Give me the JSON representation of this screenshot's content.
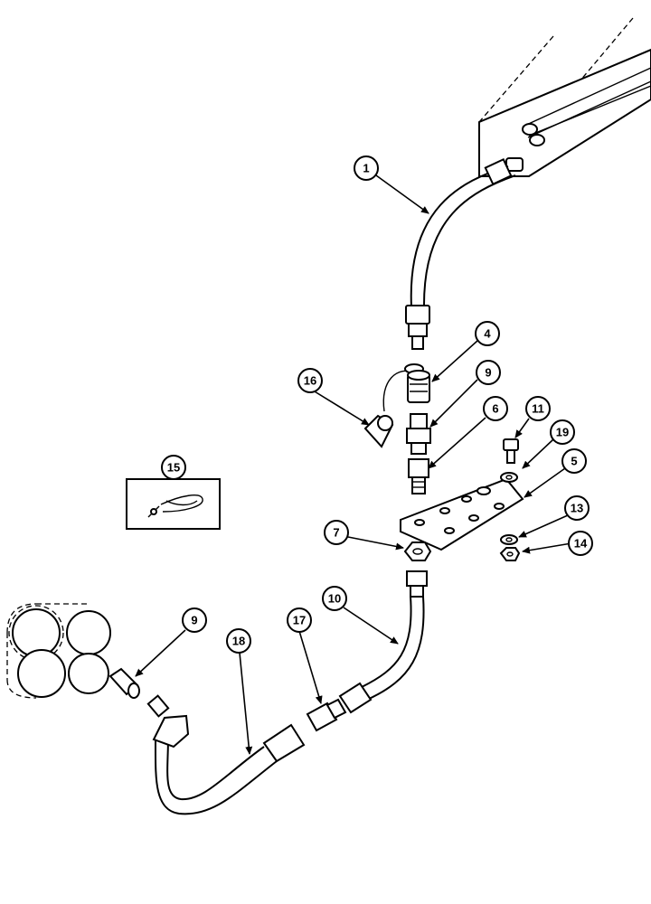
{
  "callouts": {
    "c1": "1",
    "c4": "4",
    "c5": "5",
    "c6": "6",
    "c7": "7",
    "c9a": "9",
    "c9b": "9",
    "c10": "10",
    "c11": "11",
    "c13": "13",
    "c14": "14",
    "c15": "15",
    "c16": "16",
    "c17": "17",
    "c18": "18",
    "c19": "19"
  }
}
